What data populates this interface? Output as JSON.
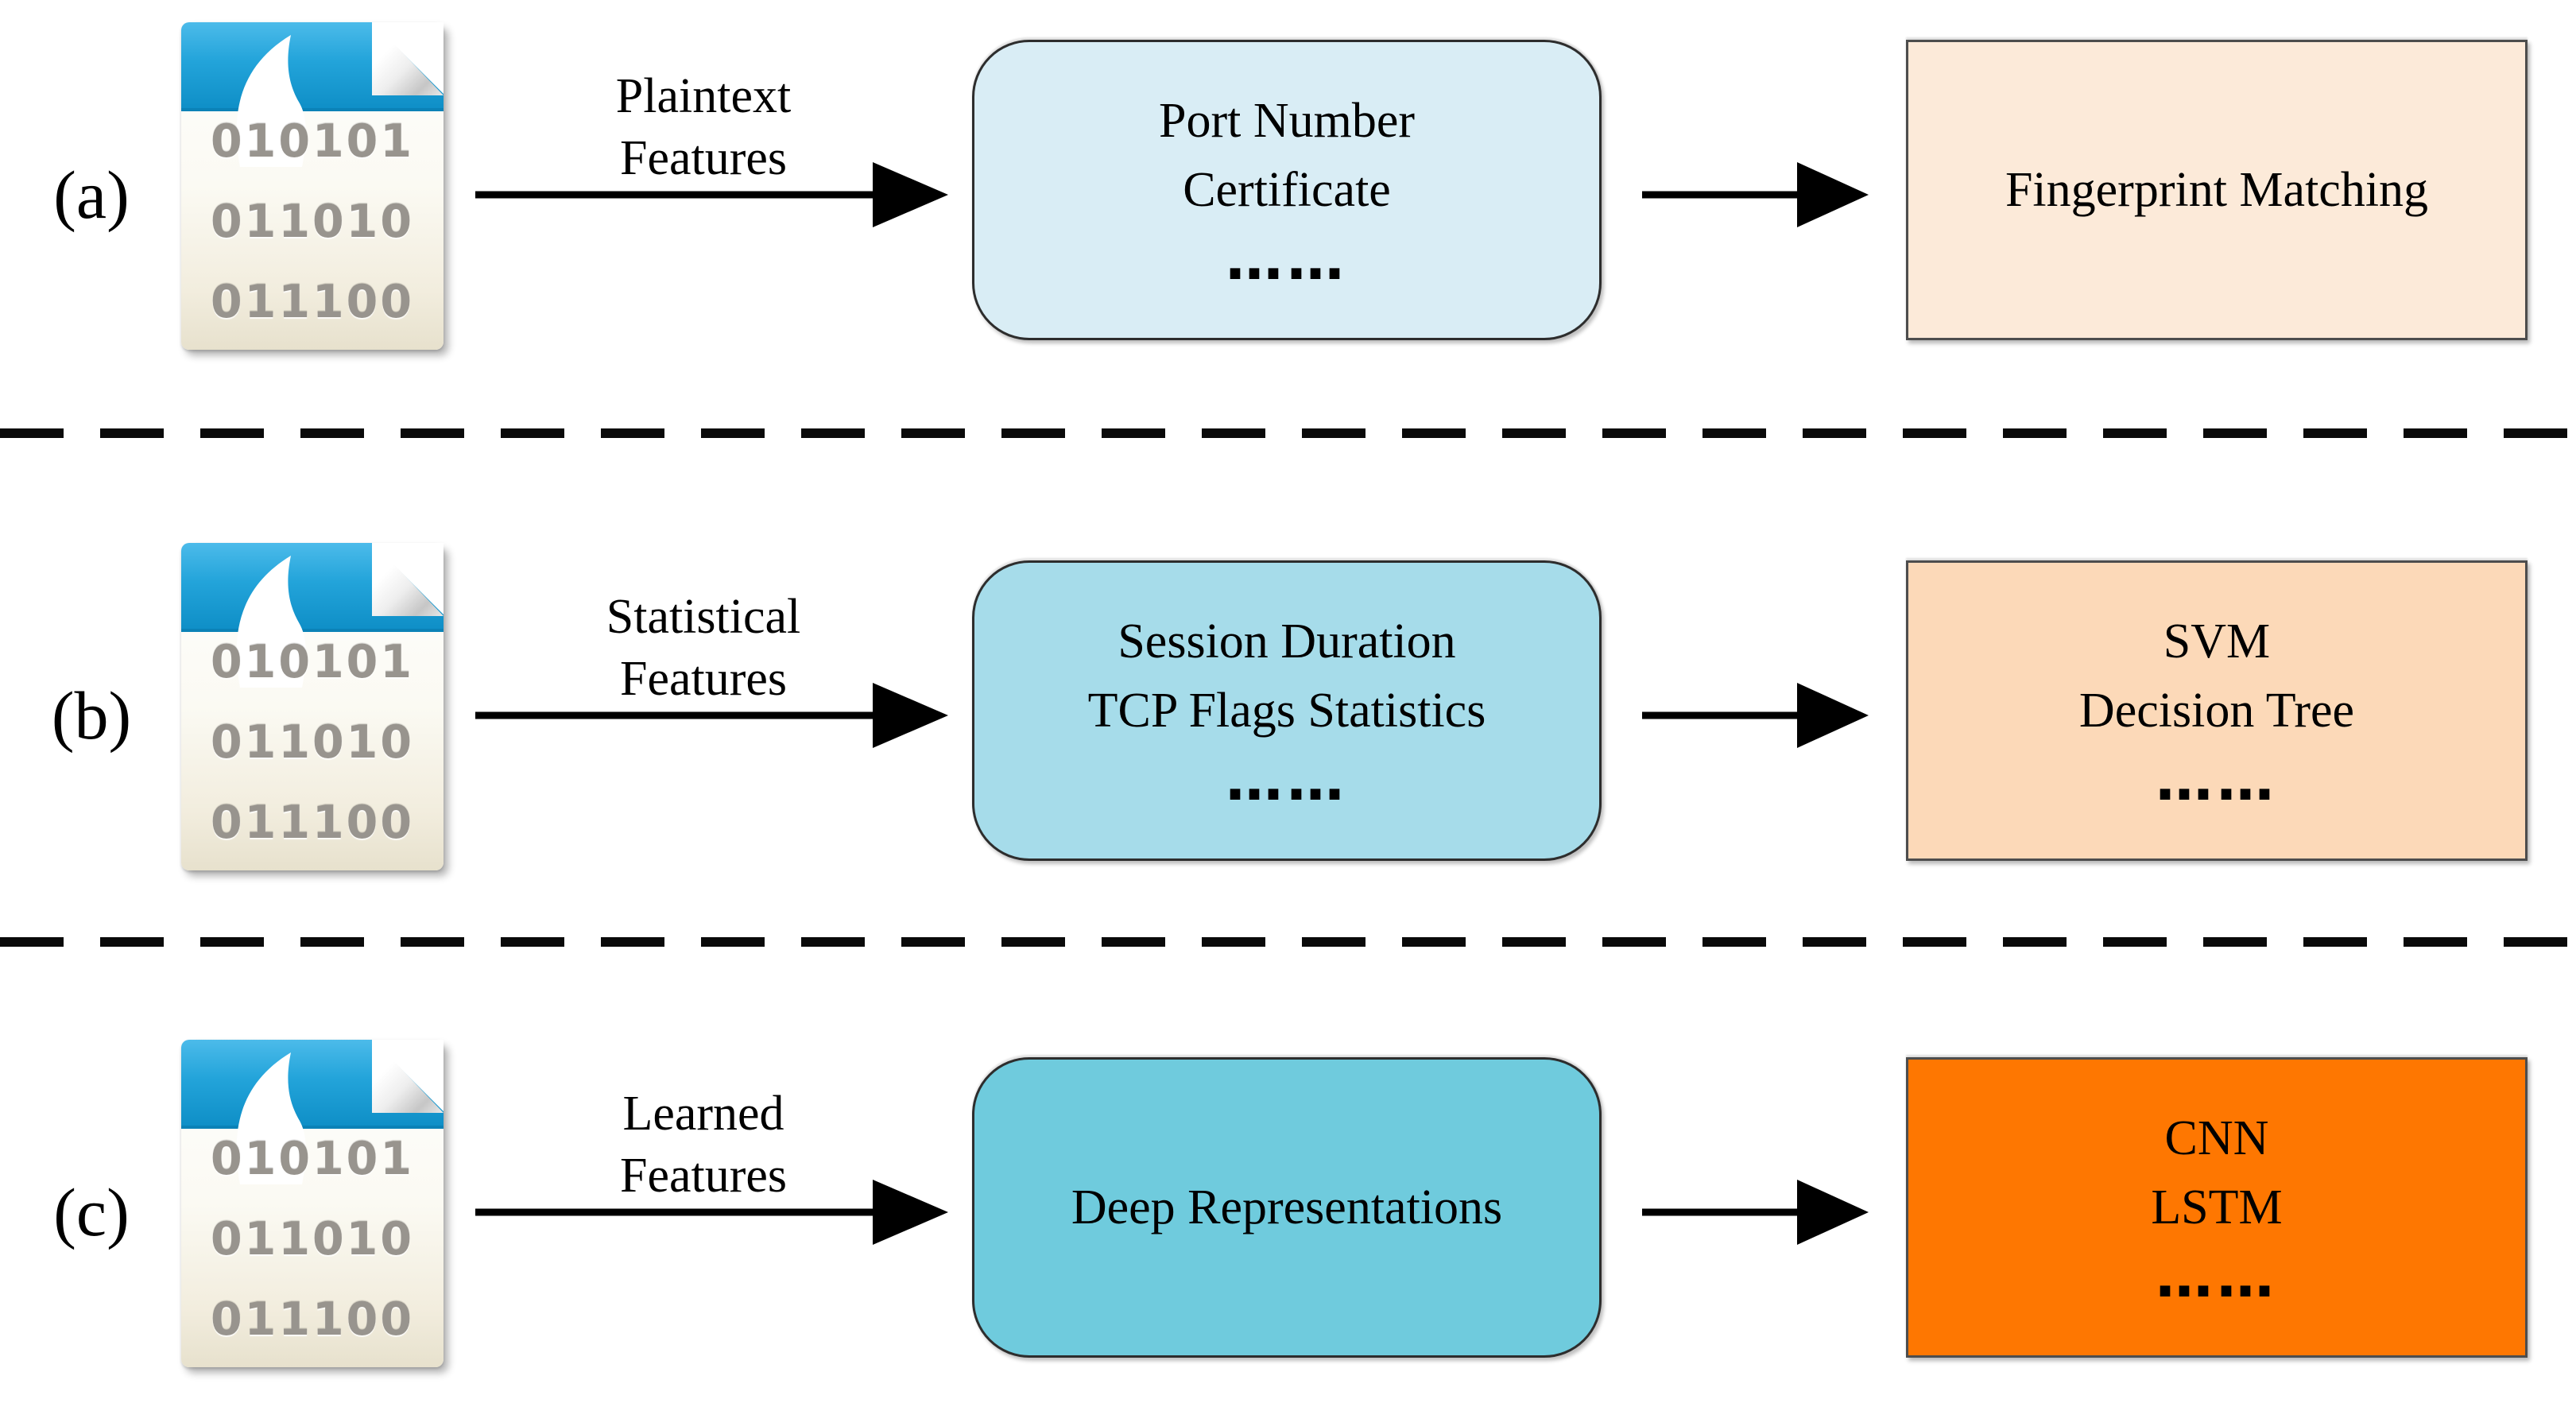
{
  "figure": {
    "description": "Three-row comparison diagram of encrypted traffic classification approaches",
    "colors": {
      "file_icon_accent": "#1f9fd3",
      "file_icon_body": "#f5f1e3",
      "binary_text": "#98948e",
      "middle_box_a": "#d9edf5",
      "middle_box_b": "#a6dcea",
      "middle_box_c": "#6fcbdd",
      "right_box_a": "#fcead9",
      "right_box_b": "#fcd9b8",
      "right_box_c": "#fe7701",
      "line_color": "#000000"
    },
    "rows": [
      {
        "label": "(a)",
        "file_icon": {
          "type": "pcap-traffic-file",
          "binary_lines": [
            "010101",
            "011010",
            "011100"
          ]
        },
        "arrow_label": [
          "Plaintext",
          "Features"
        ],
        "middle_box": {
          "bg": "#d9edf5",
          "lines": [
            "Port Number",
            "Certificate",
            "……"
          ]
        },
        "right_box": {
          "bg": "#fcead9",
          "lines": [
            "Fingerprint Matching"
          ]
        }
      },
      {
        "label": "(b)",
        "file_icon": {
          "type": "pcap-traffic-file",
          "binary_lines": [
            "010101",
            "011010",
            "011100"
          ]
        },
        "arrow_label": [
          "Statistical",
          "Features"
        ],
        "middle_box": {
          "bg": "#a6dcea",
          "lines": [
            "Session Duration",
            "TCP Flags Statistics",
            "……"
          ]
        },
        "right_box": {
          "bg": "#fcd9b8",
          "lines": [
            "SVM",
            "Decision Tree",
            "……"
          ]
        }
      },
      {
        "label": "(c)",
        "file_icon": {
          "type": "pcap-traffic-file",
          "binary_lines": [
            "010101",
            "011010",
            "011100"
          ]
        },
        "arrow_label": [
          "Learned",
          "Features"
        ],
        "middle_box": {
          "bg": "#6fcbdd",
          "lines": [
            "Deep Representations"
          ]
        },
        "right_box": {
          "bg": "#fe7701",
          "lines": [
            "CNN",
            "LSTM",
            "……"
          ]
        }
      }
    ]
  }
}
